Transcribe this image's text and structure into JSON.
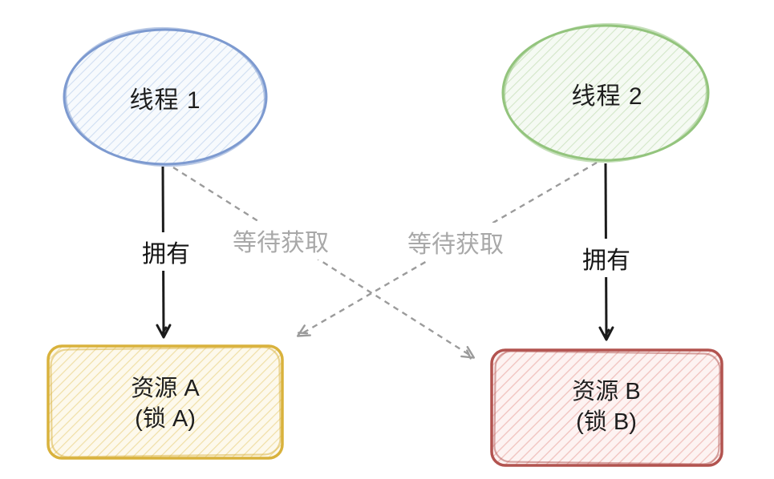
{
  "canvas": {
    "background_color": "#ffffff",
    "style": "hand-drawn sketch diagram"
  },
  "nodes": {
    "thread1": {
      "label": "线程 1",
      "shape": "ellipse",
      "stroke_color": "#7d9ad0",
      "fill_color": "#f7fafd",
      "hatch_color": "#cfdef2"
    },
    "thread2": {
      "label": "线程 2",
      "shape": "ellipse",
      "stroke_color": "#93c47d",
      "fill_color": "#f5faf3",
      "hatch_color": "#d3e6c8"
    },
    "resourceA": {
      "label_line1": "资源 A",
      "label_line2": "(锁 A)",
      "shape": "rounded-rectangle",
      "stroke_color": "#d9b23c",
      "fill_color": "#fdf9ec",
      "hatch_color": "#f0dfa6"
    },
    "resourceB": {
      "label_line1": "资源 B",
      "label_line2": "(锁 B)",
      "shape": "rounded-rectangle",
      "stroke_color": "#b2534f",
      "fill_color": "#fdf3f2",
      "hatch_color": "#f1c5c1"
    }
  },
  "edges": {
    "own1": {
      "label": "拥有",
      "from": "thread1",
      "to": "resourceA",
      "style": "solid",
      "color": "#1b1b1b"
    },
    "own2": {
      "label": "拥有",
      "from": "thread2",
      "to": "resourceB",
      "style": "solid",
      "color": "#1b1b1b"
    },
    "wait1": {
      "label": "等待获取",
      "from": "thread1",
      "to": "resourceB",
      "style": "dashed",
      "color": "#9b9b9b"
    },
    "wait2": {
      "label": "等待获取",
      "from": "thread2",
      "to": "resourceA",
      "style": "dashed",
      "color": "#9b9b9b"
    }
  }
}
